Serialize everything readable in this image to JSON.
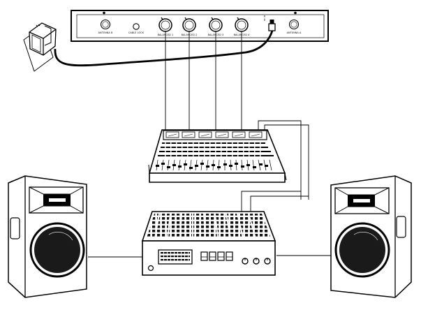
{
  "receiver": {
    "labels": {
      "antenna_b": "ANTENNA B",
      "cable_lock": "CABLE LOCK",
      "out1": "BALANCED 1",
      "out2": "BALANCED 2",
      "out3": "BALANCED 3",
      "out4": "BALANCED 4",
      "dc_in": "DC IN",
      "antenna_a": "ANTENNA A"
    }
  },
  "colors": {
    "line": "#000000",
    "background": "#ffffff",
    "speaker_face": "#1a1a1a"
  },
  "icons": {
    "power_adapter": "power-adapter-icon",
    "mixer": "mixing-console-icon",
    "amplifier": "amplifier-icon",
    "speaker": "speaker-icon"
  }
}
